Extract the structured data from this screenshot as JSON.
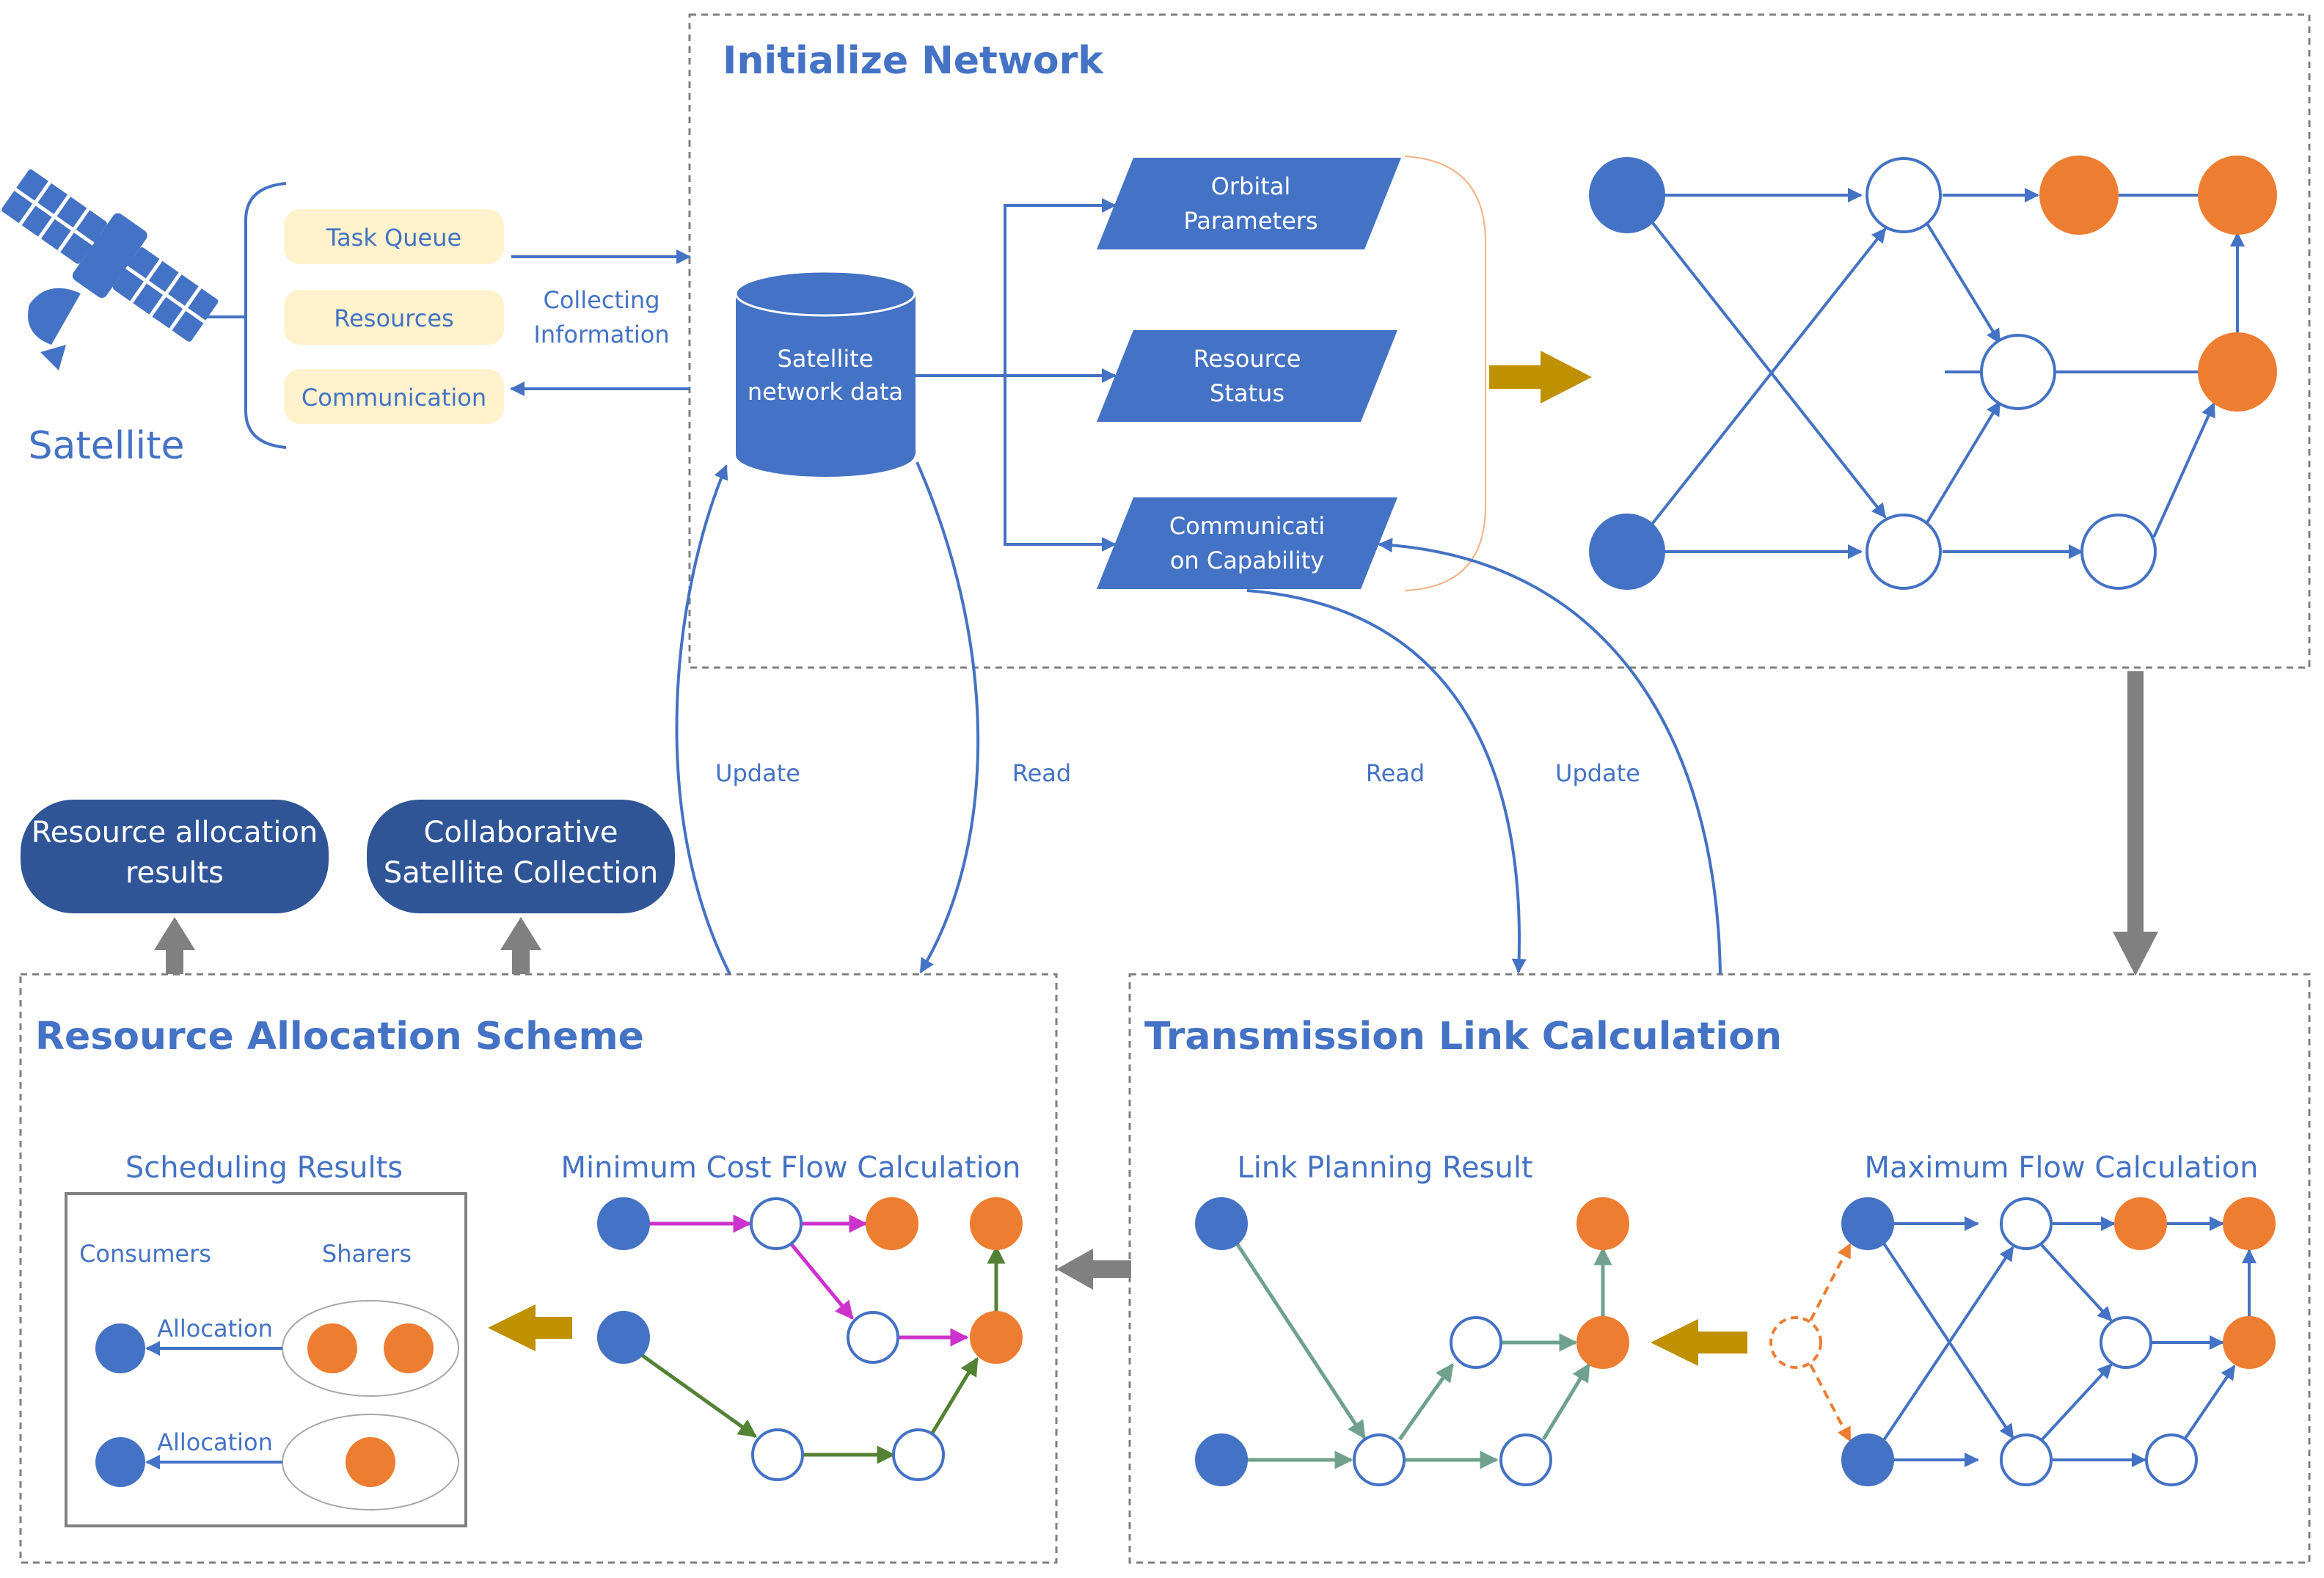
{
  "colors": {
    "blue": "#4472c4",
    "orange": "#ed7d31",
    "gold": "#bf9000",
    "gray": "#808080",
    "magenta": "#cc33cc",
    "green": "#548235",
    "teal": "#6fa18e",
    "pale_yellow": "#fff2cc",
    "dark_blue": "#2f5597"
  },
  "satellite": {
    "label": "Satellite",
    "icon": "satellite-icon"
  },
  "info_items": [
    "Task Queue",
    "Resources",
    "Communication"
  ],
  "collecting": {
    "line1": "Collecting",
    "line2": "Information"
  },
  "initialize": {
    "title": "Initialize Network",
    "db": {
      "line1": "Satellite",
      "line2": "network data"
    },
    "params": [
      {
        "line1": "Orbital",
        "line2": "Parameters"
      },
      {
        "line1": "Resource",
        "line2": "Status"
      },
      {
        "line1": "Communicati",
        "line2": "on Capability"
      }
    ]
  },
  "labels": {
    "update": "Update",
    "read": "Read"
  },
  "results": [
    {
      "line1": "Resource allocation",
      "line2": "results"
    },
    {
      "line1": "Collaborative",
      "line2": "Satellite Collection"
    }
  ],
  "allocation_scheme": {
    "title": "Resource Allocation Scheme",
    "scheduling_title": "Scheduling Results",
    "consumers": "Consumers",
    "sharers": "Sharers",
    "allocation": "Allocation",
    "min_cost_title": "Minimum Cost Flow Calculation"
  },
  "transmission": {
    "title": "Transmission Link Calculation",
    "link_planning_title": "Link Planning Result",
    "max_flow_title": "Maximum Flow Calculation"
  }
}
